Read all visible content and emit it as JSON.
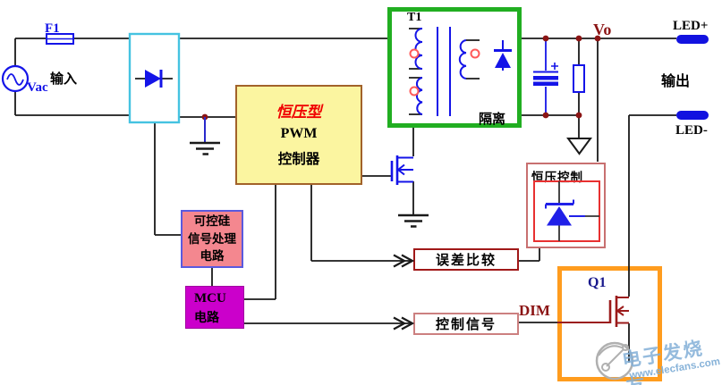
{
  "labels": {
    "fuse": "F1",
    "source": "Vac",
    "input": "输入",
    "pwm_type": "恒压型",
    "pwm": "PWM",
    "pwm_ctrl": "控制器",
    "transformer": "T1",
    "isolation": "隔离",
    "vo": "Vo",
    "led_plus": "LED+",
    "output": "输出",
    "led_minus": "LED-",
    "cv_control": "恒压控制",
    "error_compare": "误差比较",
    "control_signal": "控制信号",
    "dim": "DIM",
    "q1": "Q1",
    "thyristor_1": "可控硅",
    "thyristor_2": "信号处理",
    "thyristor_3": "电路",
    "mcu_1": "MCU",
    "mcu_2": "电路",
    "watermark_brand": "电子发烧友",
    "watermark_url": "www.elecfans.com"
  },
  "colors": {
    "wire": "#1a1a1a",
    "component_blue": "#1414E8",
    "rectifier_cyan": "#45C3E1",
    "pwm_fill": "#FBF5A0",
    "pwm_border": "#A2622A",
    "pwm_type_red": "#F00000",
    "transformer_green": "#21AE21",
    "q1_box_orange": "#FF9C1E",
    "dark_red": "#8B1414",
    "q1_navy": "#18188C",
    "q1_mosfet": "#9B1B1B",
    "thyristor_fill": "#F4878F",
    "thyristor_border": "#5A5ADF",
    "mcu_fill": "#CB00CB",
    "led_pill_blue": "#1212E0",
    "cv_outer_border": "#C87070",
    "cv_inner_border": "#E83030",
    "err_border": "#A01818",
    "ctrl_border": "#CC8080",
    "polarity_dot": "#FF5A5A",
    "junction_dot": "#8B1414",
    "watermark_blue": "#82AFD7"
  }
}
